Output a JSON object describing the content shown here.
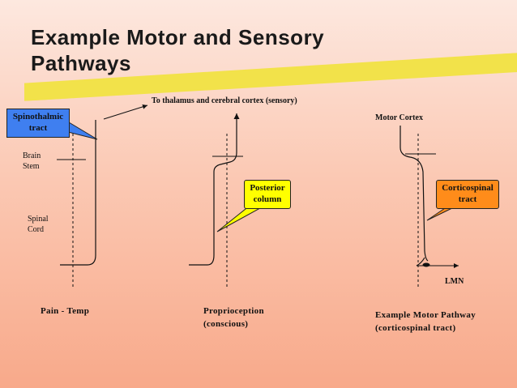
{
  "title": {
    "line1": "Example Motor and Sensory",
    "line2": "Pathways"
  },
  "top_label": "To thalamus and cerebral cortex (sensory)",
  "motor_cortex_label": "Motor Cortex",
  "brain_stem_label": {
    "line1": "Brain",
    "line2": "Stem"
  },
  "spinal_cord_label": {
    "line1": "Spinal",
    "line2": "Cord"
  },
  "lmn_label": "LMN",
  "callouts": {
    "spinothalmic": {
      "line1": "Spinothalmic",
      "line2": "tract",
      "color": "#3f7ff0"
    },
    "posterior": {
      "line1": "Posterior",
      "line2": "column",
      "color": "#ffff00"
    },
    "corticospinal": {
      "line1": "Corticospinal",
      "line2": "tract",
      "color": "#ff8c1a"
    }
  },
  "captions": {
    "pain": "Pain - Temp",
    "proprio": {
      "line1": "Proprioception",
      "line2": "(conscious)"
    },
    "motor": {
      "line1": "Example Motor Pathway",
      "line2": "(corticospinal tract)"
    }
  },
  "colors": {
    "highlight": "#f2e24a",
    "line": "#111111"
  }
}
